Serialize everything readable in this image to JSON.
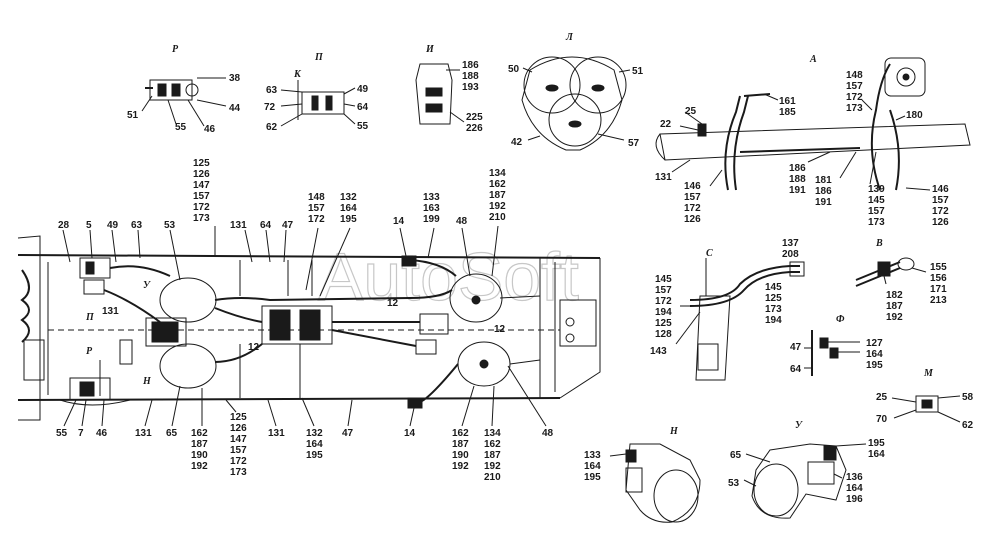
{
  "watermark": "AutoSoft",
  "views": {
    "R": "Р",
    "P": "П",
    "I": "И",
    "L": "Л",
    "A": "А",
    "K": "К",
    "S": "С",
    "V": "В",
    "F": "Ф",
    "M": "М",
    "N": "Н",
    "U": "У",
    "main_U": "У",
    "main_P": "П",
    "main_R": "Р",
    "main_N": "Н"
  },
  "callouts": {
    "r_38": "38",
    "r_44": "44",
    "r_46": "46",
    "r_55": "55",
    "r_51": "51",
    "p_63": "63",
    "p_72": "72",
    "p_62": "62",
    "p_49": "49",
    "p_64": "64",
    "p_55": "55",
    "i_186_188_193": "186\n188\n193",
    "i_225_226": "225\n226",
    "l_50": "50",
    "l_51": "51",
    "l_42": "42",
    "l_57": "57",
    "a_148_157_172_173": "148\n157\n172\n173",
    "a_180": "180",
    "a_161_185": "161\n185",
    "a_25": "25",
    "a_22": "22",
    "a_131": "131",
    "a_146_157_172_126_left": "146\n157\n172\n126",
    "a_186_188_191": "186\n188\n191",
    "a_181_186_191": "181\n186\n191",
    "a_139_145_157_173": "139\n145\n157\n173",
    "a_146_157_172_126_right": "146\n157\n172\n126",
    "top_125_126_147_157_172_173": "125\n126\n147\n157\n172\n173",
    "top_148_157_172": "148\n157\n172",
    "top_132_164_195": "132\n164\n195",
    "top_133_163_199": "133\n163\n199",
    "top_134_162_187_192_210": "134\n162\n187\n192\n210",
    "m_28": "28",
    "m_5": "5",
    "m_49": "49",
    "m_63": "63",
    "m_53": "53",
    "m_131a": "131",
    "m_64": "64",
    "m_47a": "47",
    "m_14a": "14",
    "m_48a": "48",
    "m_12a": "12",
    "m_12b": "12",
    "m_12c": "12",
    "m_131b": "131",
    "m_55": "55",
    "m_7": "7",
    "m_46": "46",
    "m_131c": "131",
    "m_65": "65",
    "bot_162_187_190_192_left": "162\n187\n190\n192",
    "bot_125_126_147_157_172_173": "125\n126\n147\n157\n172\n173",
    "m_131d": "131",
    "bot_132_164_195": "132\n164\n195",
    "m_47b": "47",
    "m_14b": "14",
    "bot_162_187_190_192_right": "162\n187\n190\n192",
    "bot_134_162_187_192_210": "134\n162\n187\n192\n210",
    "m_48b": "48",
    "s_137_208": "137\n208",
    "s_145_157_172_194_125_128": "145\n157\n172\n194\n125\n128",
    "s_145_125_173_194": "145\n125\n173\n194",
    "s_143": "143",
    "v_155_156_171_213": "155\n156\n171\n213",
    "v_182_187_192": "182\n187\n192",
    "f_47": "47",
    "f_64": "64",
    "f_127_164_195": "127\n164\n195",
    "mm_25": "25",
    "mm_58": "58",
    "mm_70": "70",
    "mm_62": "62",
    "n_133_164_195": "133\n164\n195",
    "u_65": "65",
    "u_53": "53",
    "u_195_164": "195\n164",
    "u_136_164_196": "136\n164\n196"
  }
}
